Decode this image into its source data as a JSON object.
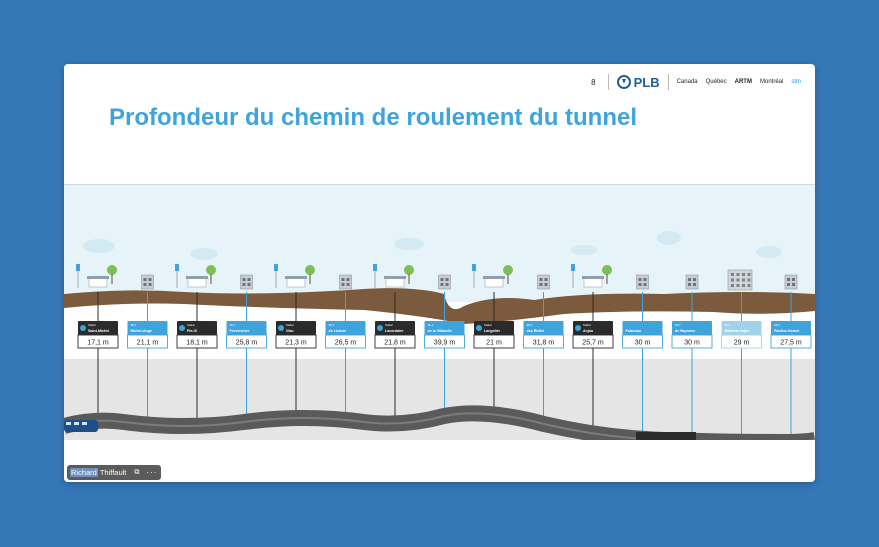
{
  "page_number": "8",
  "brand": "PLB",
  "partners": [
    "Canada",
    "Québec",
    "ARTM",
    "Montréal",
    "stm"
  ],
  "title": "Profondeur du chemin de roulement du tunnel",
  "stations": [
    {
      "label": "Station",
      "name": "Saint-Michel",
      "depth": "17,1 m",
      "type": "station"
    },
    {
      "label": "SE 1",
      "name": "Michel-Ange",
      "depth": "21,1 m",
      "type": "se"
    },
    {
      "label": "Station",
      "name": "Pie-IX",
      "depth": "18,1 m",
      "type": "station"
    },
    {
      "label": "SE 2",
      "name": "Provencher",
      "depth": "25,8 m",
      "type": "se"
    },
    {
      "label": "Station",
      "name": "Viau",
      "depth": "21,3 m",
      "type": "station"
    },
    {
      "label": "SE 3",
      "name": "de Lisieux",
      "depth": "26,5 m",
      "type": "se"
    },
    {
      "label": "Station",
      "name": "Lacordaire",
      "depth": "21,8 m",
      "type": "station"
    },
    {
      "label": "SE 4",
      "name": "de la Villanelle",
      "depth": "39,9 m",
      "type": "se"
    },
    {
      "label": "Station",
      "name": "Langelier",
      "depth": "21 m",
      "type": "station"
    },
    {
      "label": "SE 5",
      "name": "des Roflet",
      "depth": "31,8 m",
      "type": "se"
    },
    {
      "label": "Station",
      "name": "Anjou",
      "depth": "25,7 m",
      "type": "station"
    },
    {
      "label": "",
      "name": "Falaveau",
      "depth": "30 m",
      "type": "se"
    },
    {
      "label": "SE 7",
      "name": "de Bayonne",
      "depth": "30 m",
      "type": "se"
    },
    {
      "label": "SE 8",
      "name": "Mathieu-Anjou",
      "depth": "29 m",
      "type": "se-light"
    },
    {
      "label": "SE 9",
      "name": "Pauline-Homer",
      "depth": "27,5 m",
      "type": "se"
    }
  ],
  "participant": {
    "first": "Richard",
    "last": "Thiffault"
  },
  "colors": {
    "accent": "#3fa4dc",
    "station_dark": "#2b2b2b",
    "se_blue": "#3fa4dc",
    "se_light": "#9fd3ea",
    "soil": "#7b5a3d",
    "tunnel": "#5a5a5a"
  }
}
